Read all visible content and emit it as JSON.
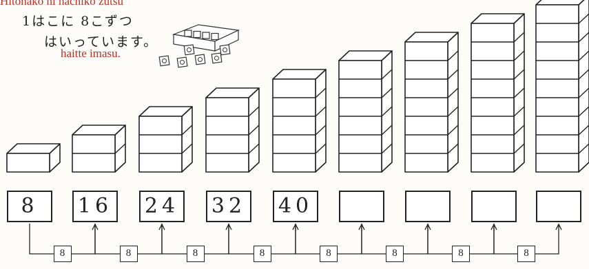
{
  "header": {
    "romaji_top": "Hitohako ni hachiko zutsu",
    "line1": "1はこに 8こずつ",
    "line2": "はいっています。",
    "romaji_bottom": "haitte imasu."
  },
  "stack_heights": [
    1,
    2,
    3,
    4,
    5,
    6,
    7,
    8,
    9
  ],
  "answers": [
    "8",
    "16",
    "24",
    "32",
    "40",
    "",
    "",
    "",
    ""
  ],
  "step_label": "8",
  "step_count": 8
}
